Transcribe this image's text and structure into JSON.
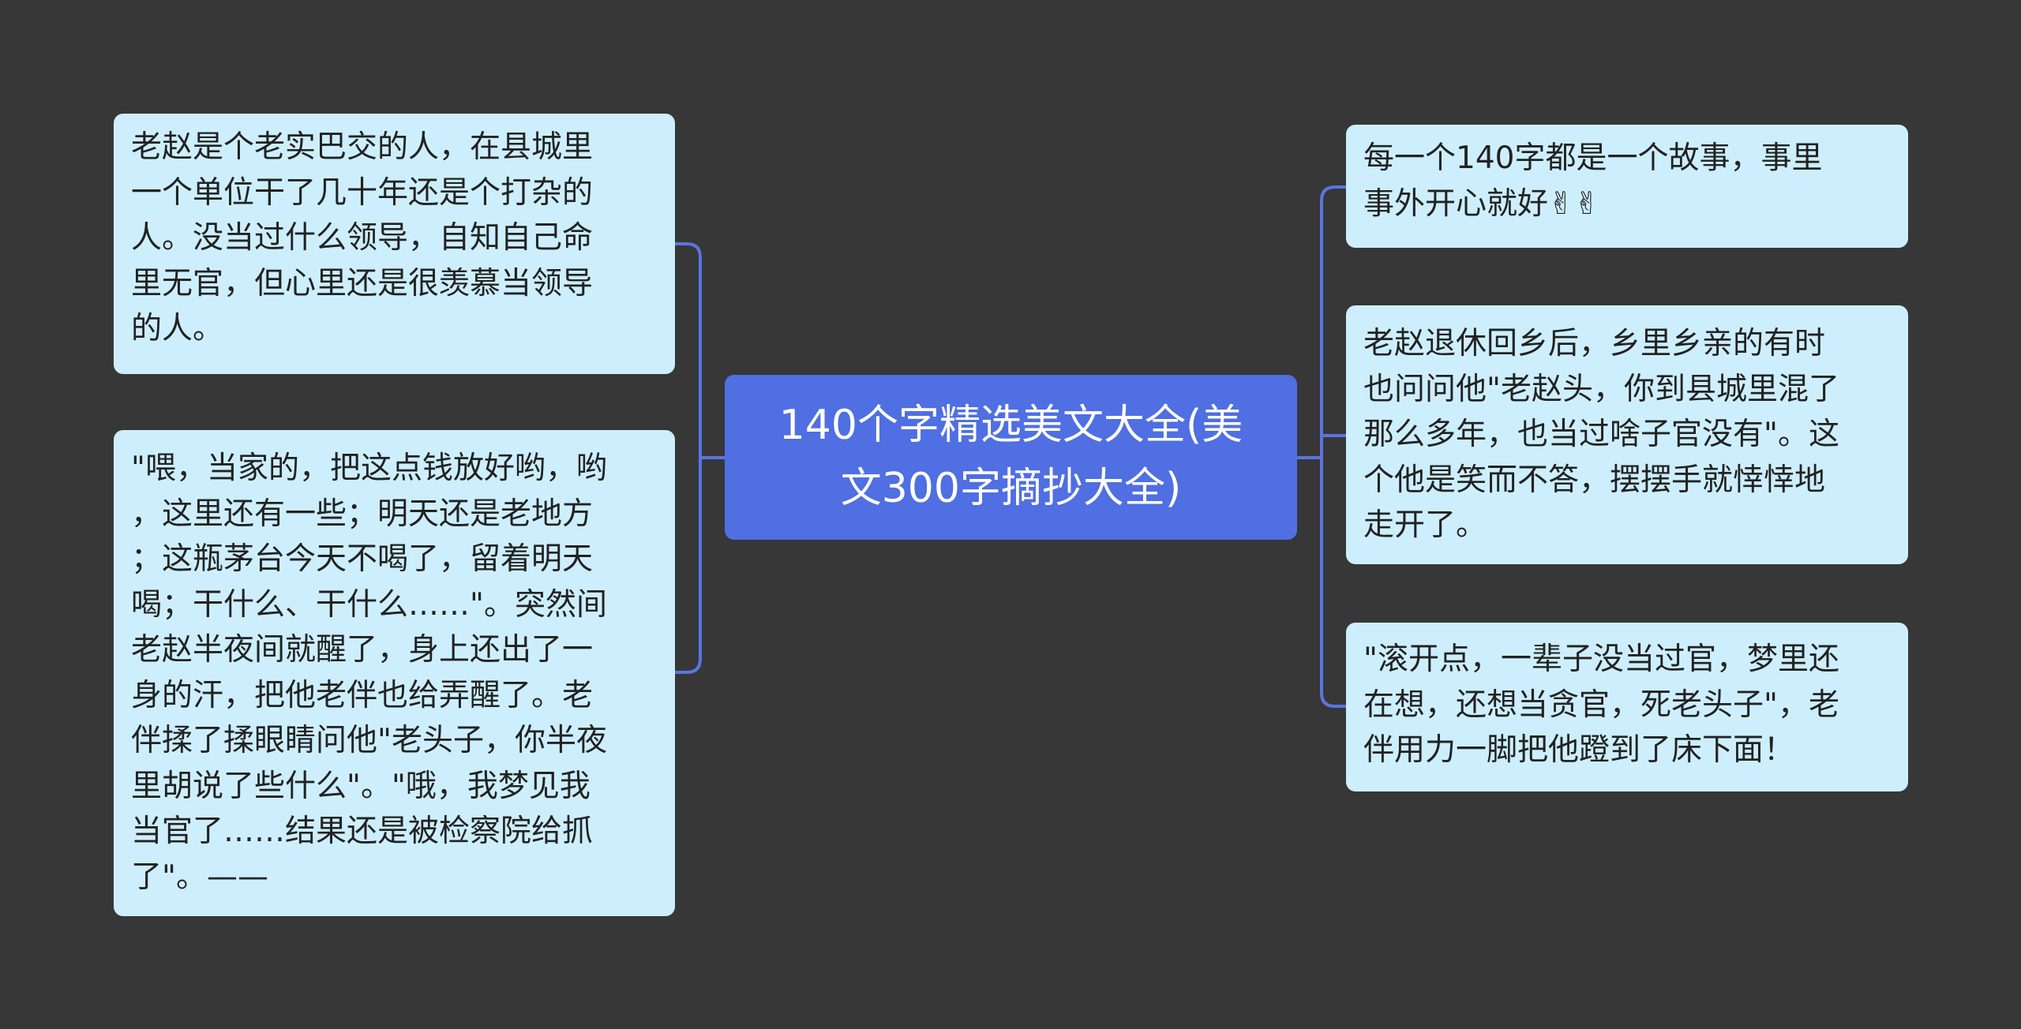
{
  "central_topic": {
    "lines": [
      "140个字精选美文大全(美",
      "文300字摘抄大全)"
    ]
  },
  "colors": {
    "background": "#373737",
    "central": "#4f6fe2",
    "node": "#cdeffd",
    "connector": "#5b74e0"
  },
  "left_nodes": [
    {
      "lines": [
        " 老赵是个老实巴交的人，在县城里",
        "一个单位干了几十年还是个打杂的",
        "人。没当过什么领导，自知自己命",
        "里无官，但心里还是很羡慕当领导",
        "的人。"
      ]
    },
    {
      "lines": [
        "\"喂，当家的，把这点钱放好哟，哟",
        "，这里还有一些；明天还是老地方",
        "；这瓶茅台今天不喝了，留着明天",
        "喝；干什么、干什么……\"。突然间",
        "老赵半夜间就醒了，身上还出了一",
        "身的汗，把他老伴也给弄醒了。老",
        "伴揉了揉眼睛问他\"老头子，你半夜",
        "里胡说了些什么\"。\"哦，我梦见我",
        "当官了……结果还是被检察院给抓",
        "了\"。——"
      ]
    }
  ],
  "right_nodes": [
    {
      "lines": [
        "每一个140字都是一个故事，事里",
        "事外开心就好✌✌"
      ]
    },
    {
      "lines": [
        " 老赵退休回乡后，乡里乡亲的有时",
        "也问问他\"老赵头，你到县城里混了",
        "那么多年，也当过啥子官没有\"。这",
        "个他是笑而不答，摆摆手就悻悻地",
        "走开了。"
      ]
    },
    {
      "lines": [
        "\"滚开点，一辈子没当过官，梦里还",
        "在想，还想当贪官，死老头子\"，老",
        "伴用力一脚把他蹬到了床下面！"
      ]
    }
  ]
}
